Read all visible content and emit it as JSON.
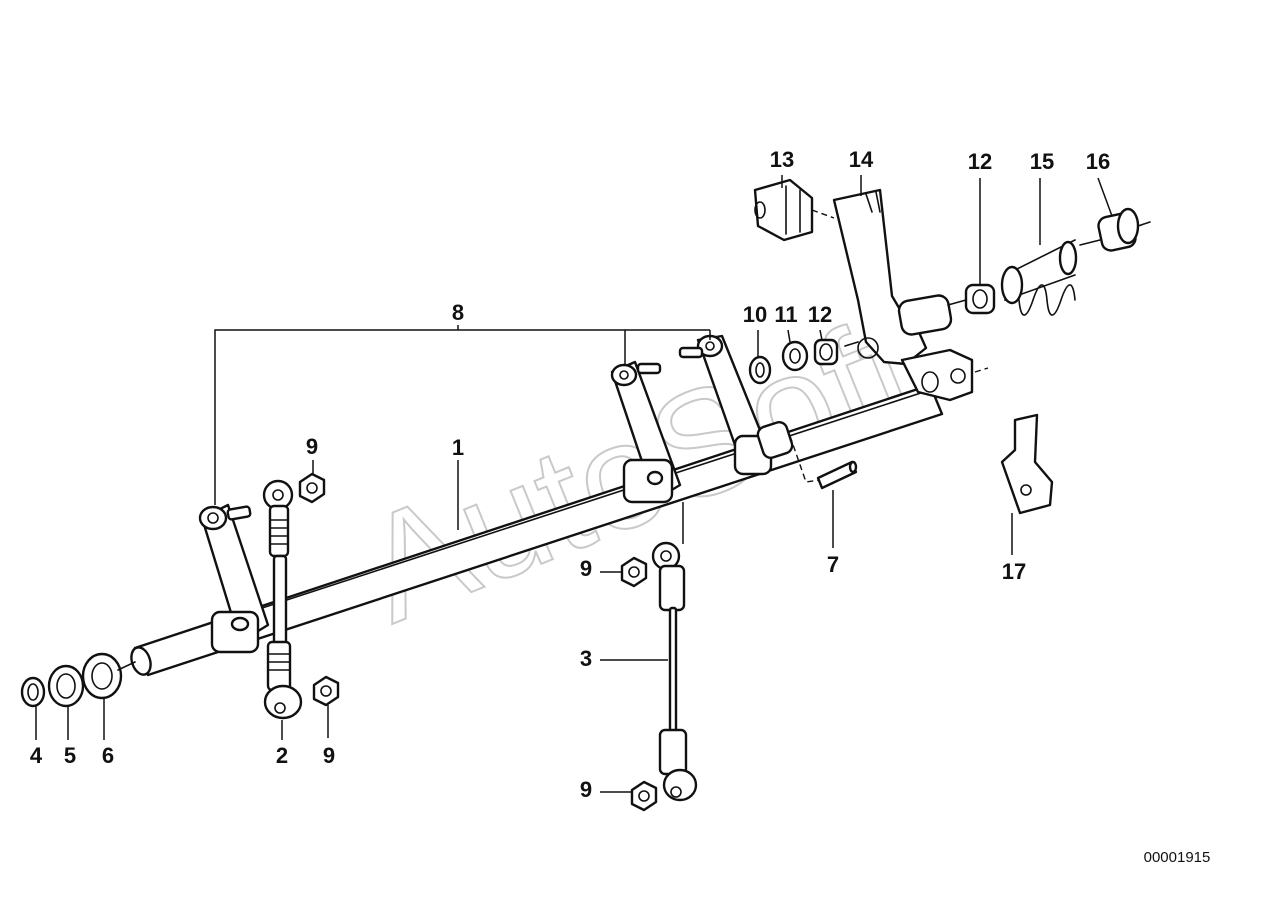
{
  "watermark": "AutoSoft",
  "document_number": "00001915",
  "callouts": [
    "1",
    "2",
    "3",
    "4",
    "5",
    "6",
    "7",
    "8",
    "9",
    "9",
    "9",
    "9",
    "10",
    "11",
    "12",
    "12",
    "13",
    "14",
    "15",
    "16",
    "17"
  ]
}
